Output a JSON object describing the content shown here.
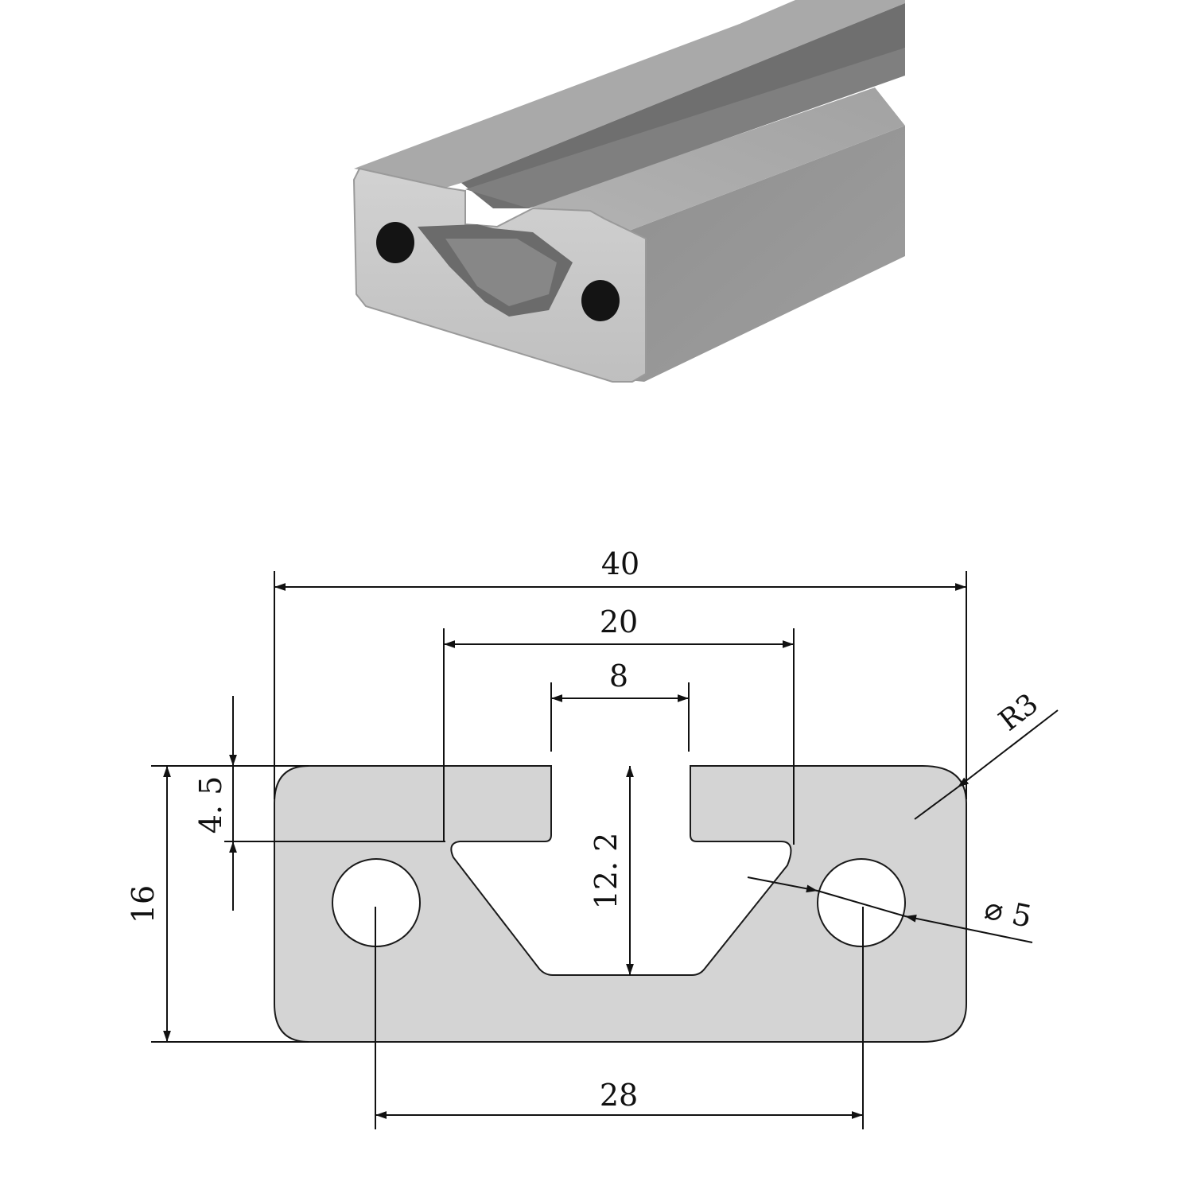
{
  "colors": {
    "profile_fill": "#d4d4d4",
    "profile_stroke": "#1a1a1a",
    "line": "#111111",
    "render_light": "#bdbdbd",
    "render_mid": "#9d9d9d",
    "render_dark": "#7a7a7a",
    "render_face": "#c9c9c9"
  },
  "dimensions": {
    "overall_width": "40",
    "slot_inner_width": "20",
    "slot_opening": "8",
    "height": "16",
    "flange_thickness": "4. 5",
    "slot_depth": "12. 2",
    "hole_spacing": "28",
    "corner_radius": "R3",
    "hole_diameter": "⌀ 5"
  }
}
